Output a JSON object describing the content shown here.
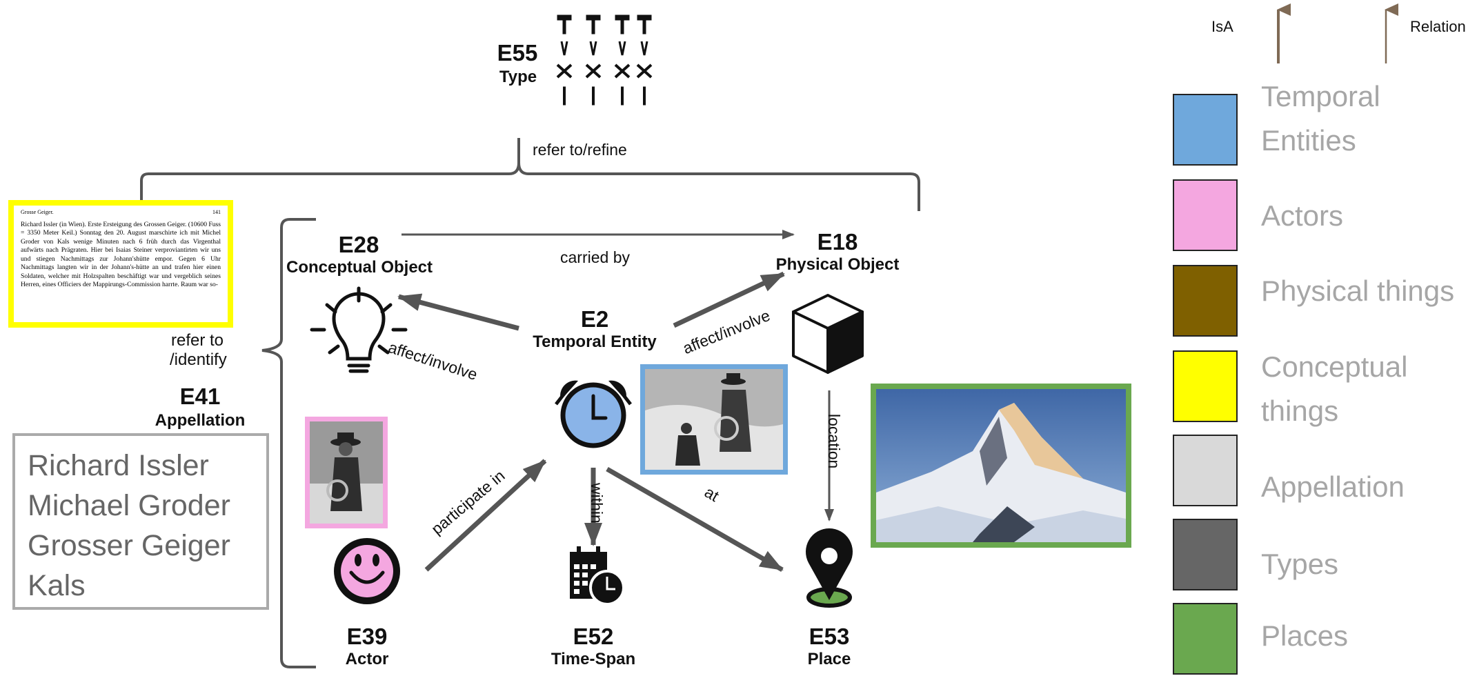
{
  "entities": {
    "e55": {
      "code": "E55",
      "name": "Type"
    },
    "e28": {
      "code": "E28",
      "name": "Conceptual Object"
    },
    "e18": {
      "code": "E18",
      "name": "Physical Object"
    },
    "e2": {
      "code": "E2",
      "name": "Temporal Entity"
    },
    "e41": {
      "code": "E41",
      "name": "Appellation"
    },
    "e39": {
      "code": "E39",
      "name": "Actor"
    },
    "e52": {
      "code": "E52",
      "name": "Time-Span"
    },
    "e53": {
      "code": "E53",
      "name": "Place"
    }
  },
  "relations": {
    "refer_refine": "refer to/refine",
    "carried_by": "carried by",
    "refer_identify_1": "refer to",
    "refer_identify_2": "/identify",
    "affect_involve_left": "affect/involve",
    "affect_involve_right": "affect/involve",
    "participate_in": "participate in",
    "within": "within",
    "at": "at",
    "location": "location"
  },
  "appellations": [
    "Richard Issler",
    "Michael Groder",
    "Grosser Geiger",
    "Kals"
  ],
  "document": {
    "header_left": "Grosse Geiger.",
    "header_right": "141",
    "text": "Richard Issler (in Wien). Erste Ersteigung des Grossen Geiger. (10600 Fuss = 3350 Meter Keil.) Sonntag den 20. August marschirte ich mit Michel Groder von Kals wenige Minuten nach 6 früh durch das Virgenthal aufwärts nach Prägraten. Hier bei Isaias Steiner verproviantirten wir uns und stiegen Nachmittags zur Johann'shütte empor. Gegen 6 Uhr Nachmittags langten wir in der Johann's-hütte an und trafen hier einen Soldaten, welcher mit Holzspalten beschäftigt war und vergeblich seines Herren, eines Officiers der Mappirungs-Commission harrte. Raum war so-"
  },
  "legend": {
    "isa_label": "IsA",
    "relation_label": "Relation",
    "items": [
      {
        "label_lines": [
          "Temporal",
          "Entities"
        ],
        "color": "#6fa8dc"
      },
      {
        "label_lines": [
          "Actors"
        ],
        "color": "#f4a7e0"
      },
      {
        "label_lines": [
          "Physical things"
        ],
        "color": "#7f6000"
      },
      {
        "label_lines": [
          "Conceptual",
          "things"
        ],
        "color": "#ffff00"
      },
      {
        "label_lines": [
          "Appellation"
        ],
        "color": "#d9d9d9"
      },
      {
        "label_lines": [
          "Types"
        ],
        "color": "#666666"
      },
      {
        "label_lines": [
          "Places"
        ],
        "color": "#6aa84f"
      }
    ]
  },
  "colors": {
    "arrow": "#555555",
    "isa_arrow": "#7f6a55",
    "temporal_border": "#6fa8dc",
    "actor_border": "#f4a7e0",
    "place_border": "#6aa84f",
    "conceptual_border": "#ffff00"
  },
  "icons": [
    "tools-icon",
    "lightbulb-icon",
    "cube-icon",
    "alarm-clock-icon",
    "smiley-icon",
    "calendar-clock-icon",
    "location-pin-icon"
  ]
}
